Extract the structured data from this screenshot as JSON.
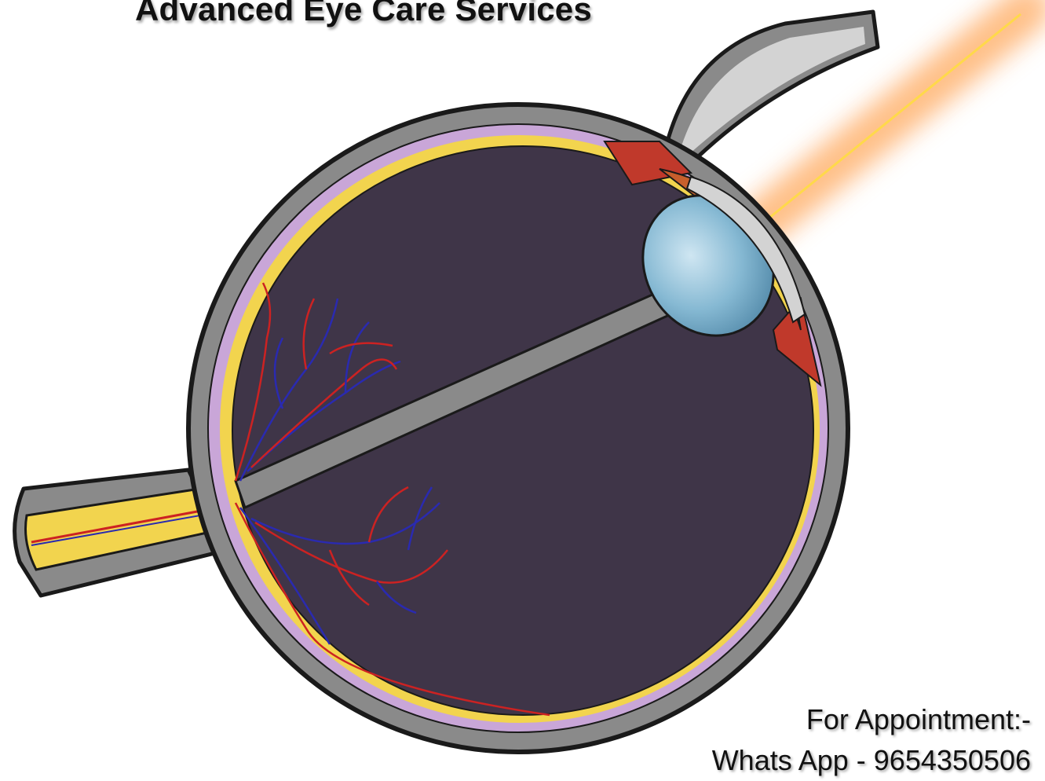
{
  "header": {
    "title": "Advanced Eye Care Services"
  },
  "contact": {
    "appointment_label": "For Appointment:-",
    "whatsapp_line": "Whats App - 9654350506"
  },
  "illustration": {
    "icon": "eye-anatomy-cross-section-icon",
    "colors": {
      "sclera": "#8a8a8a",
      "choroid": "#c9a6d8",
      "retina": "#f2d44e",
      "vitreous": "#3f3548",
      "lens": "#7fb2cc",
      "iris": "#c0392b",
      "cornea": "#d3d3d3",
      "laser": "#ffb060",
      "artery": "#cc2222",
      "vein": "#2a2ab0"
    }
  }
}
